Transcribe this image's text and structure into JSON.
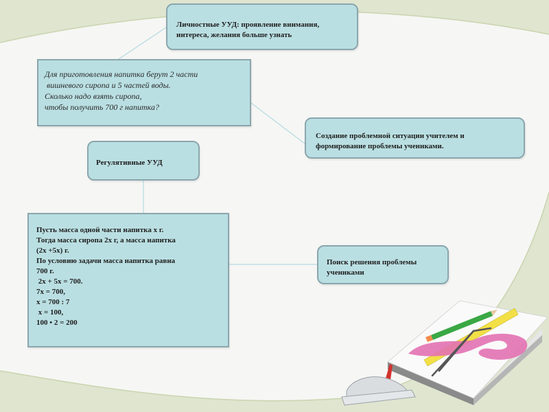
{
  "slide": {
    "boxes": {
      "personal": {
        "lines": [
          "Личностные УУД: проявление внимания,",
          "интереса, желания больше узнать"
        ]
      },
      "task": {
        "lines": [
          "Для приготовления напитка берут 2 части",
          " вишневого сиропа и 5 частей воды.",
          "Сколько надо взять сиропа,",
          "чтобы получить 700 г напитка?"
        ]
      },
      "problem": {
        "lines": [
          "Создание проблемной ситуации учителем и",
          "формирование проблемы учениками."
        ]
      },
      "regulatory": {
        "lines": [
          "Регулятивные УУД"
        ]
      },
      "solution": {
        "lines": [
          "Пусть масса одной части напитка х г.",
          "Тогда масса сиропа 2х г, а масса напитка",
          "(2х +5х) г.",
          "По условию задачи масса напитка равна",
          "700 г.",
          " 2х + 5х = 700.",
          "7х = 700,",
          "х = 700 : 7",
          " х = 100,",
          "100 • 2 = 200"
        ]
      },
      "search": {
        "lines": [
          "Поиск решения проблемы",
          "учениками"
        ]
      }
    },
    "illustration": {
      "icon": "book-with-pencil-ruler-compass-protractor-icon"
    },
    "colors": {
      "box_fill": "#badfe2",
      "box_border": "#8aa6ad",
      "connector": "#b3dbe2",
      "bg_green": "#dfe5cf",
      "bg_curve_stroke": "#c9d4ae",
      "bg_white": "#f6f6f4"
    }
  }
}
